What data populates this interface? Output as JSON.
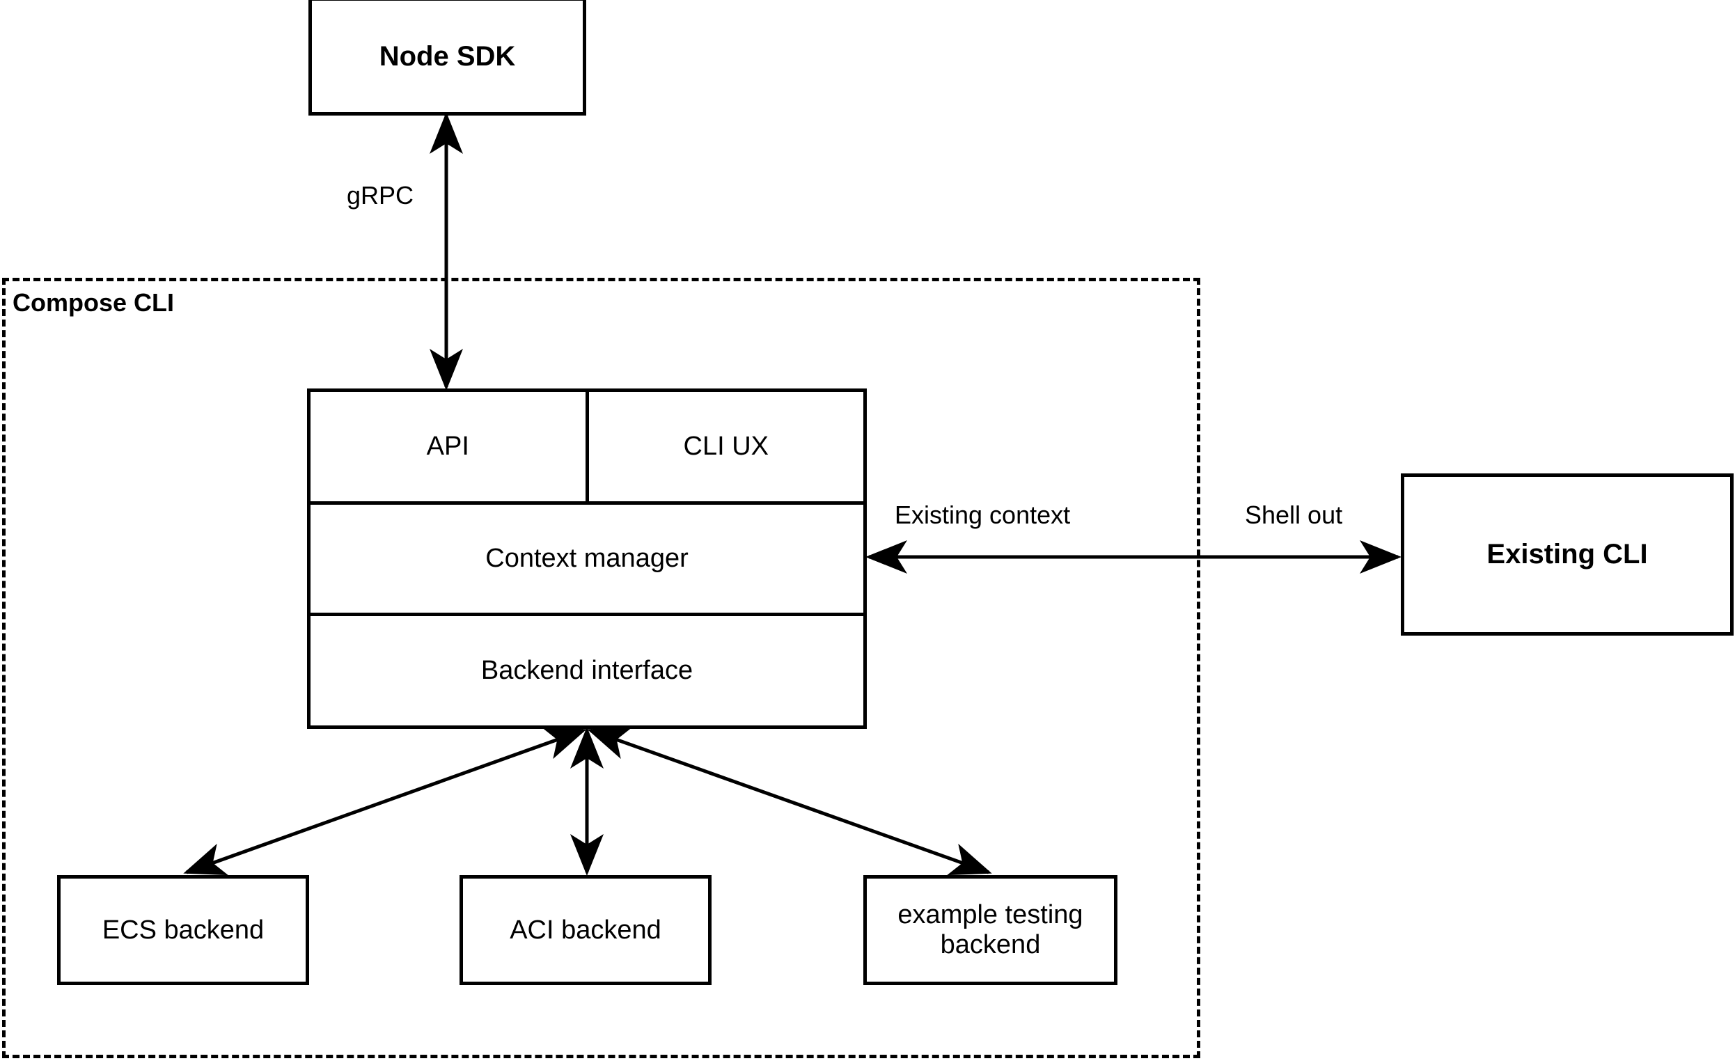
{
  "diagram": {
    "title": "Compose CLI architecture",
    "colors": {
      "stroke": "#000000",
      "fill": "#ffffff",
      "text": "#000000"
    },
    "group": {
      "name": "compose-cli-group",
      "label": "Compose CLI",
      "border_style": "dashed"
    },
    "nodes": [
      {
        "id": "node-sdk",
        "label": "Node SDK",
        "bold": true
      },
      {
        "id": "api",
        "label": "API",
        "bold": false
      },
      {
        "id": "cli-ux",
        "label": "CLI UX",
        "bold": false
      },
      {
        "id": "context-manager",
        "label": "Context manager",
        "bold": false
      },
      {
        "id": "backend-interface",
        "label": "Backend interface",
        "bold": false
      },
      {
        "id": "existing-cli",
        "label": "Existing CLI",
        "bold": true
      },
      {
        "id": "ecs-backend",
        "label": "ECS backend",
        "bold": false
      },
      {
        "id": "aci-backend",
        "label": "ACI backend",
        "bold": false
      },
      {
        "id": "example-backend",
        "label": "example testing backend",
        "bold": false
      }
    ],
    "edges": [
      {
        "id": "edge-grpc",
        "label": "gRPC",
        "from": "api",
        "to": "node-sdk",
        "arrow": "both"
      },
      {
        "id": "edge-existing-context",
        "label": "Existing context",
        "from": "existing-cli",
        "to": "context-manager",
        "arrow": "both"
      },
      {
        "id": "edge-shell-out",
        "label": "Shell out",
        "from": "context-manager",
        "to": "existing-cli",
        "arrow": "both"
      },
      {
        "id": "edge-ecs",
        "label": "",
        "from": "backend-interface",
        "to": "ecs-backend",
        "arrow": "both"
      },
      {
        "id": "edge-aci",
        "label": "",
        "from": "backend-interface",
        "to": "aci-backend",
        "arrow": "both"
      },
      {
        "id": "edge-example",
        "label": "",
        "from": "backend-interface",
        "to": "example-backend",
        "arrow": "both"
      }
    ]
  },
  "labels": {
    "node_sdk": "Node SDK",
    "compose_cli": "Compose CLI",
    "api": "API",
    "cli_ux": "CLI UX",
    "context_manager": "Context manager",
    "backend_interface": "Backend interface",
    "existing_cli": "Existing CLI",
    "ecs_backend": "ECS backend",
    "aci_backend": "ACI backend",
    "example_backend_line1": "example testing",
    "example_backend_line2": "backend",
    "grpc": "gRPC",
    "existing_context": "Existing context",
    "shell_out": "Shell out"
  }
}
